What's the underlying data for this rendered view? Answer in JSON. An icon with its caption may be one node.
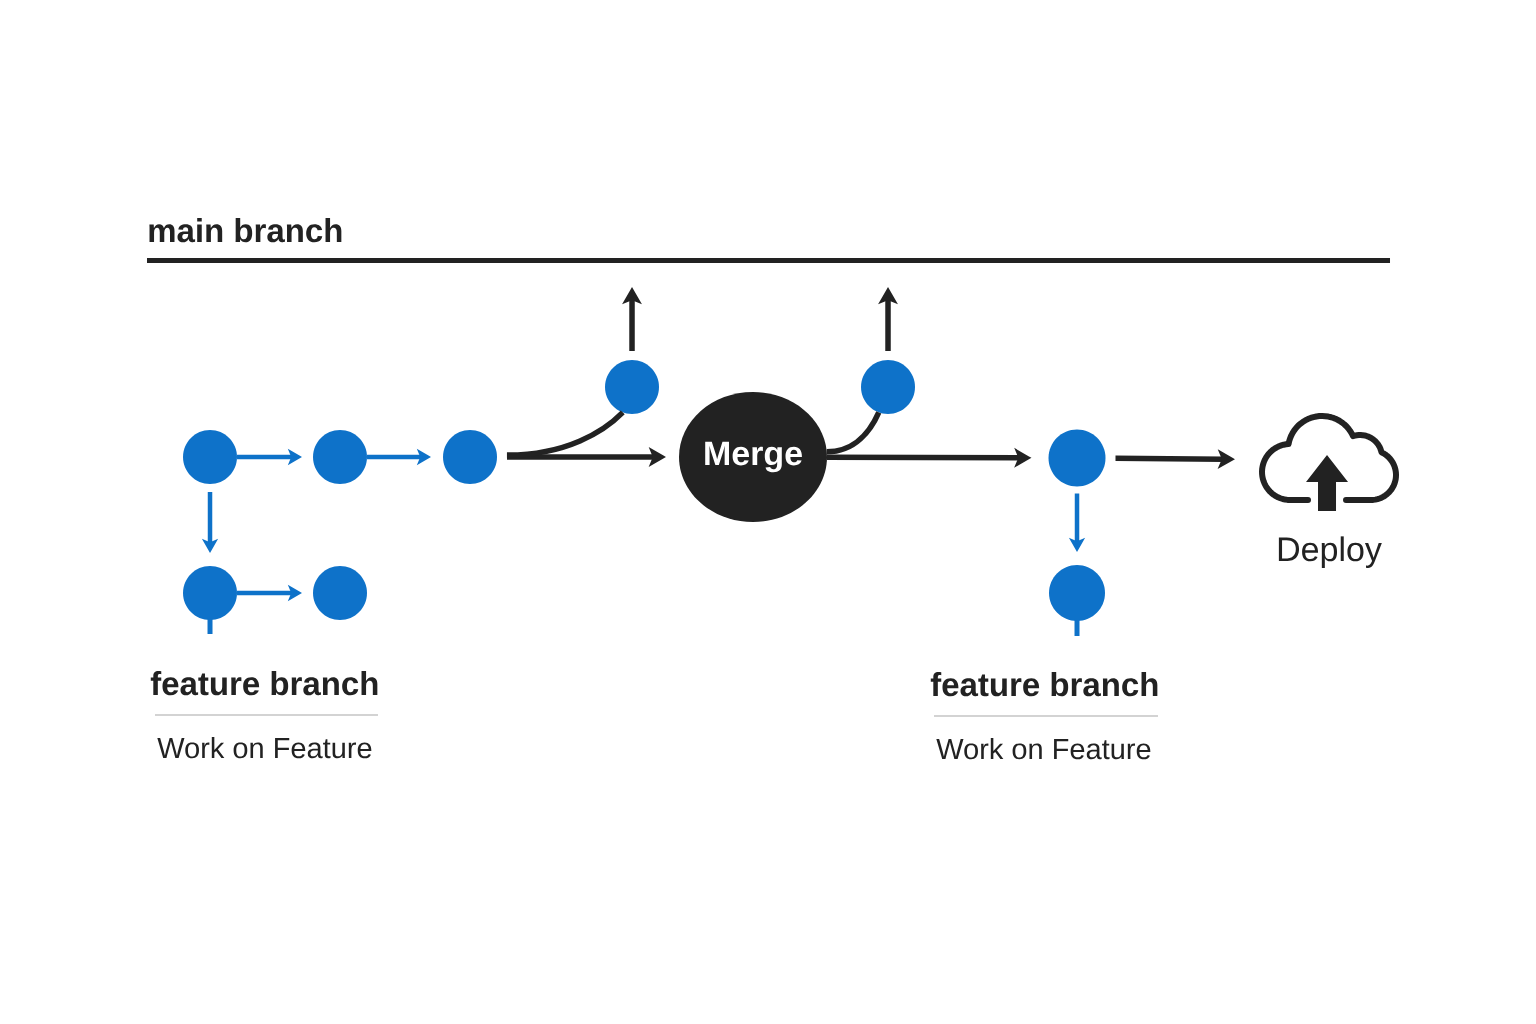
{
  "diagram": {
    "nodes": [
      {
        "text": [
          "main branch"
        ]
      },
      {
        "text": [],
        "shape": "circle"
      },
      {
        "text": [],
        "shape": "circle"
      },
      {
        "text": [],
        "shape": "circle"
      },
      {
        "text": [],
        "shape": "circle"
      },
      {
        "text": [],
        "shape": "circle"
      },
      {
        "text": [
          "Merge"
        ]
      },
      {
        "text": [],
        "shape": "circle"
      },
      {
        "text": [],
        "shape": "cloud",
        "beside": [
          "Deploy"
        ]
      },
      {
        "text": [],
        "shape": "circle"
      },
      {
        "text": [],
        "shape": "circle"
      },
      {
        "text": [],
        "shape": "circle"
      }
    ],
    "edges": [
      {
        "from": 3,
        "to": 4,
        "arrow": "to",
        "color": "#0e72c9"
      },
      {
        "from": 4,
        "to": 5,
        "arrow": "to",
        "color": "#0e72c9"
      },
      {
        "from": 3,
        "to": 9,
        "arrow": "to",
        "color": "#0e72c9"
      },
      {
        "from": 9,
        "to": 10,
        "arrow": "to",
        "color": "#0e72c9"
      },
      {
        "from": 5,
        "to": 6,
        "arrow": "to"
      },
      {
        "from": 5,
        "to": 1,
        "arrow": "none"
      },
      {
        "from": 1,
        "to": 0,
        "arrow": "to"
      },
      {
        "from": 6,
        "to": 2,
        "arrow": "none"
      },
      {
        "from": 2,
        "to": 0,
        "arrow": "to"
      },
      {
        "from": 6,
        "to": 7,
        "arrow": "to"
      },
      {
        "from": 7,
        "to": 11,
        "arrow": "to",
        "color": "#0e72c9"
      },
      {
        "from": 7,
        "to": 8,
        "arrow": "to"
      }
    ],
    "labels": [
      "feature branch",
      "Work on Feature",
      "feature branch",
      "Work on Feature"
    ]
  }
}
